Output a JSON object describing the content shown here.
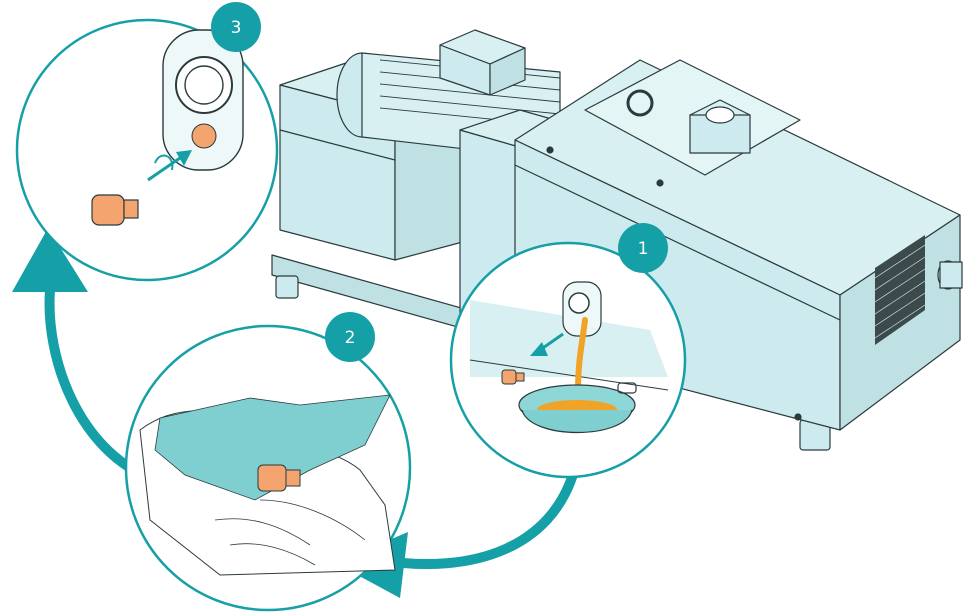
{
  "steps": [
    {
      "number": "1"
    },
    {
      "number": "2"
    },
    {
      "number": "3"
    }
  ],
  "colors": {
    "teal": "#159fa6",
    "pump_body": "#cdebee",
    "oil": "#f0a326",
    "plug": "#f4a46e",
    "cloth": "#7fcfd0",
    "outline": "#2b3a3c"
  }
}
